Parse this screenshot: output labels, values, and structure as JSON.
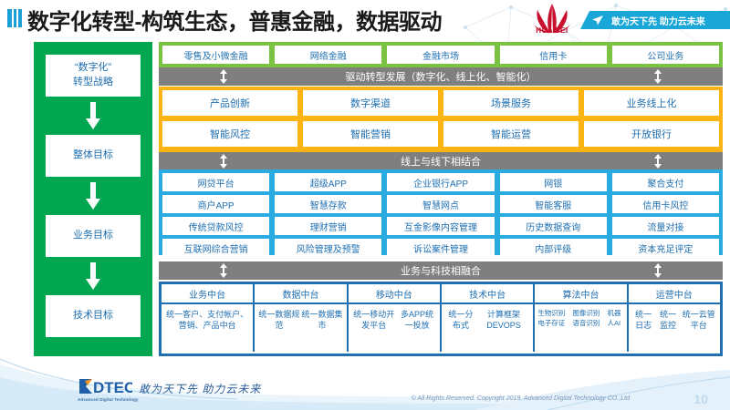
{
  "header": {
    "title": "数字化转型-构筑生态，普惠金融，数据驱动",
    "brand": "HUAWEI",
    "slogan": "敢为天下先 助力云未来",
    "icons": {
      "title_mark": "bar-stripes-icon",
      "brand_logo": "huawei-flower-icon",
      "banner_icon": "paper-plane-icon"
    }
  },
  "left_column": {
    "accent_color": "#00A650",
    "items": [
      {
        "label": "“数字化”\n转型战略",
        "line1": "“数字化”",
        "line2": "转型战略"
      },
      {
        "label": "整体目标"
      },
      {
        "label": "业务目标"
      },
      {
        "label": "技术目标"
      }
    ]
  },
  "bands": {
    "business": {
      "color": "#7CC242",
      "items": [
        "零售及小微金融",
        "网络金融",
        "金融市场",
        "信用卡",
        "公司业务"
      ]
    },
    "divider1": {
      "label": "驱动转型发展（数字化、线上化、智能化）",
      "color": "#7F7F7F"
    },
    "capability": {
      "color": "#FCB415",
      "rows": [
        [
          "产品创新",
          "数字渠道",
          "场景服务",
          "业务线上化"
        ],
        [
          "智能风控",
          "智能营销",
          "智能运营",
          "开放银行"
        ]
      ]
    },
    "divider2": {
      "label": "线上与线下相结合",
      "color": "#7F7F7F"
    },
    "application": {
      "color": "#29ABE2",
      "rows": [
        [
          "网贷平台",
          "超级APP",
          "企业银行APP",
          "网银",
          "聚合支付"
        ],
        [
          "商户APP",
          "智慧存款",
          "智慧网点",
          "智能客服",
          "信用卡风控"
        ],
        [
          "传统贷款风控",
          "理财营销",
          "互金影像内容管理",
          "历史数据查询",
          "流量对接"
        ],
        [
          "互联网综合营销",
          "风险管理及预警",
          "诉讼案件管理",
          "内部评级",
          "资本充足评定"
        ]
      ]
    },
    "divider3": {
      "label": "业务与科技相融合",
      "color": "#7F7F7F"
    },
    "platform": {
      "color": "#1F6FB2",
      "headers": [
        "业务中台",
        "数据中台",
        "移动中台",
        "技术中台",
        "算法中台",
        "运营中台"
      ],
      "details": [
        "统一客户、支付帐户、营销、产品中台",
        "统一数据规范\n统一数据集市",
        "统一移动开发平台\n多APP统一投放",
        "统一分布式\n计算框架DEVOPS",
        "生物识别 电子存证\n图像识别 语音识别\n机器人AI",
        "统一日志\n统一监控\n统一云管平台"
      ]
    }
  },
  "footer": {
    "logo_text": "DTEC",
    "logo_sub": "Advanced Digital Technology",
    "slogan": "敢为天下先  助力云未来",
    "copyright": "© All Rights Reserved. Copyright 2019, Advanced Digital Technology CO.,Ltd",
    "page_number": "10"
  }
}
